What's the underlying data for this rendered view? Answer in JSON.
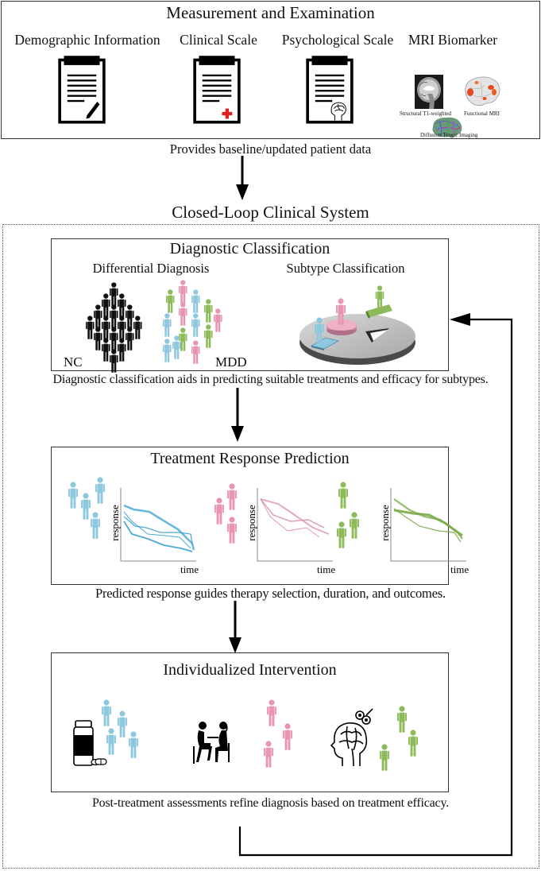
{
  "measurement": {
    "title": "Measurement and Examination",
    "items": [
      {
        "label": "Demographic Information",
        "icon": "clipboard-pen-icon"
      },
      {
        "label": "Clinical Scale",
        "icon": "clipboard-medical-cross-icon"
      },
      {
        "label": "Psychological Scale",
        "icon": "clipboard-brain-icon"
      },
      {
        "label": "MRI Biomarker",
        "icon": "mri-images-icon"
      }
    ],
    "mri_images": [
      {
        "label": "Structural T1-weighted",
        "icon": "sagittal-mri-slice-icon"
      },
      {
        "label": "Functional MRI",
        "icon": "activation-brain-surface-icon"
      },
      {
        "label": "Diffusion Tensor Imaging",
        "icon": "tractography-brain-icon"
      }
    ]
  },
  "arrow_caption_1": "Provides baseline/updated patient data",
  "system": {
    "title": "Closed-Loop Clinical System"
  },
  "diagnostic": {
    "title": "Diagnostic Classification",
    "differential_label": "Differential Diagnosis",
    "subtype_label": "Subtype Classification",
    "nc_label": "NC",
    "mdd_label": "MDD",
    "caption": "Diagnostic classification aids in predicting suitable treatments and efficacy for subtypes."
  },
  "prediction": {
    "title": "Treatment Response Prediction",
    "ylabel": "response",
    "xlabel": "time",
    "caption": "Predicted response guides therapy selection, duration, and outcomes.",
    "groups": [
      {
        "name": "blue-subtype",
        "color": "#8ec8df",
        "line_color": "#3a9fd0"
      },
      {
        "name": "pink-subtype",
        "color": "#e896b0",
        "line_color": "#dd8ea8"
      },
      {
        "name": "green-subtype",
        "color": "#8dbb5a",
        "line_color": "#7aaa48"
      }
    ]
  },
  "intervention": {
    "title": "Individualized Intervention",
    "caption": "Post-treatment assessments refine diagnosis based on treatment efficacy.",
    "items": [
      {
        "icon": "medication-bottle-icon",
        "color": "#8ec8df"
      },
      {
        "icon": "psychotherapy-session-icon",
        "color": "#e896b0"
      },
      {
        "icon": "brain-stimulation-icon",
        "color": "#8dbb5a"
      }
    ]
  },
  "colors": {
    "blue": "#8ec8df",
    "pink": "#e896b0",
    "green": "#8dbb5a",
    "black": "#111111",
    "red_cross": "#e02020"
  }
}
